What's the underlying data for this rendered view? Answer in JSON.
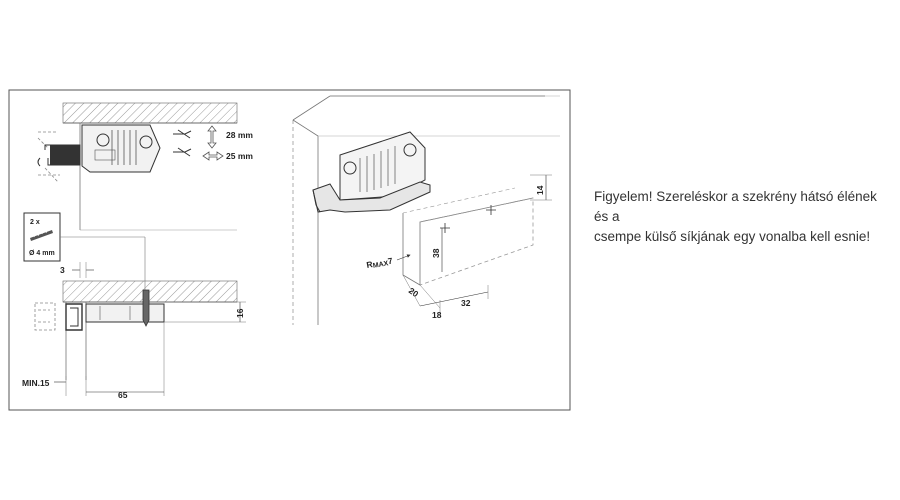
{
  "diagram": {
    "dimensions": {
      "top_offset_1": "28 mm",
      "top_offset_2": "25 mm",
      "screw_count": "2 x",
      "screw_diameter": "Ø 4 mm",
      "gap": "3",
      "height_16": "16",
      "min_15": "MIN.15",
      "depth_65": "65",
      "height_14": "14",
      "height_38": "38",
      "radius_prefix": "R",
      "radius_sub": "MAX",
      "radius_value": "7",
      "d20": "20",
      "d18": "18",
      "d32": "32"
    }
  },
  "note": {
    "line1": "Figyelem! Szereléskor a szekrény hátsó élének és a",
    "line2": "csempe külső síkjának egy vonalba kell esnie!"
  }
}
